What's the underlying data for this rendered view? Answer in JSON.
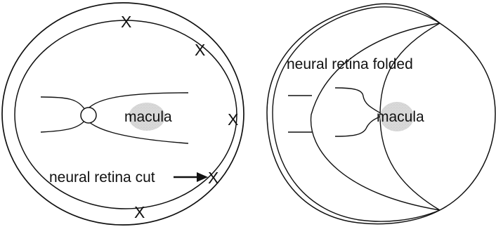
{
  "figure": {
    "left_panel": {
      "macula_label": "macula",
      "cut_label": "neural retina cut",
      "cut_marks": [
        "X",
        "X",
        "X",
        "X",
        "X"
      ]
    },
    "right_panel": {
      "folded_label": "neural retina folded",
      "macula_label": "macula"
    },
    "colors": {
      "line": "#111111",
      "macula_fill": "#d8d8d8",
      "background": "#ffffff"
    }
  }
}
